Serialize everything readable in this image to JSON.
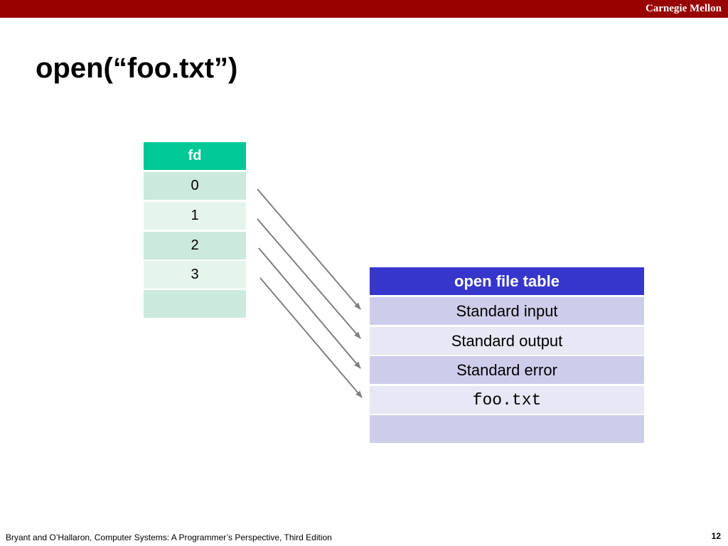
{
  "header": {
    "institution": "Carnegie Mellon"
  },
  "slide": {
    "title": "open(“foo.txt”)"
  },
  "fd_table": {
    "header": "fd",
    "rows": [
      "0",
      "1",
      "2",
      "3",
      ""
    ]
  },
  "open_file_table": {
    "header": "open file table",
    "rows": [
      "Standard input",
      "Standard output",
      "Standard error",
      "foo.txt",
      ""
    ]
  },
  "arrows": [
    {
      "from": "0",
      "to": "Standard input"
    },
    {
      "from": "1",
      "to": "Standard output"
    },
    {
      "from": "2",
      "to": "Standard error"
    },
    {
      "from": "3",
      "to": "foo.txt"
    }
  ],
  "footer": {
    "citation": "Bryant and O’Hallaron, Computer Systems: A Programmer’s Perspective, Third Edition",
    "page_number": "12"
  },
  "colors": {
    "top_bar": "#990000",
    "fd_header": "#00c896",
    "fd_row_dark": "#cce9dd",
    "fd_row_light": "#e6f4ee",
    "oft_header": "#3636cc",
    "oft_row_dark": "#cdcdeb",
    "oft_row_light": "#e7e7f5",
    "arrow": "#7f7f7f"
  }
}
